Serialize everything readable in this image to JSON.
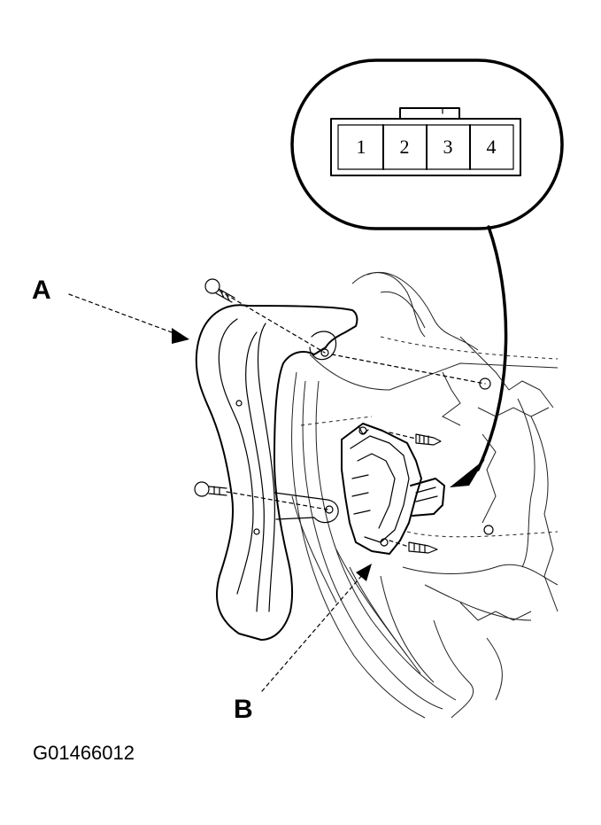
{
  "diagram": {
    "callout_a": "A",
    "callout_b": "B",
    "figure_code": "G01466012",
    "connector": {
      "pins": [
        "1",
        "2",
        "3",
        "4"
      ]
    }
  }
}
